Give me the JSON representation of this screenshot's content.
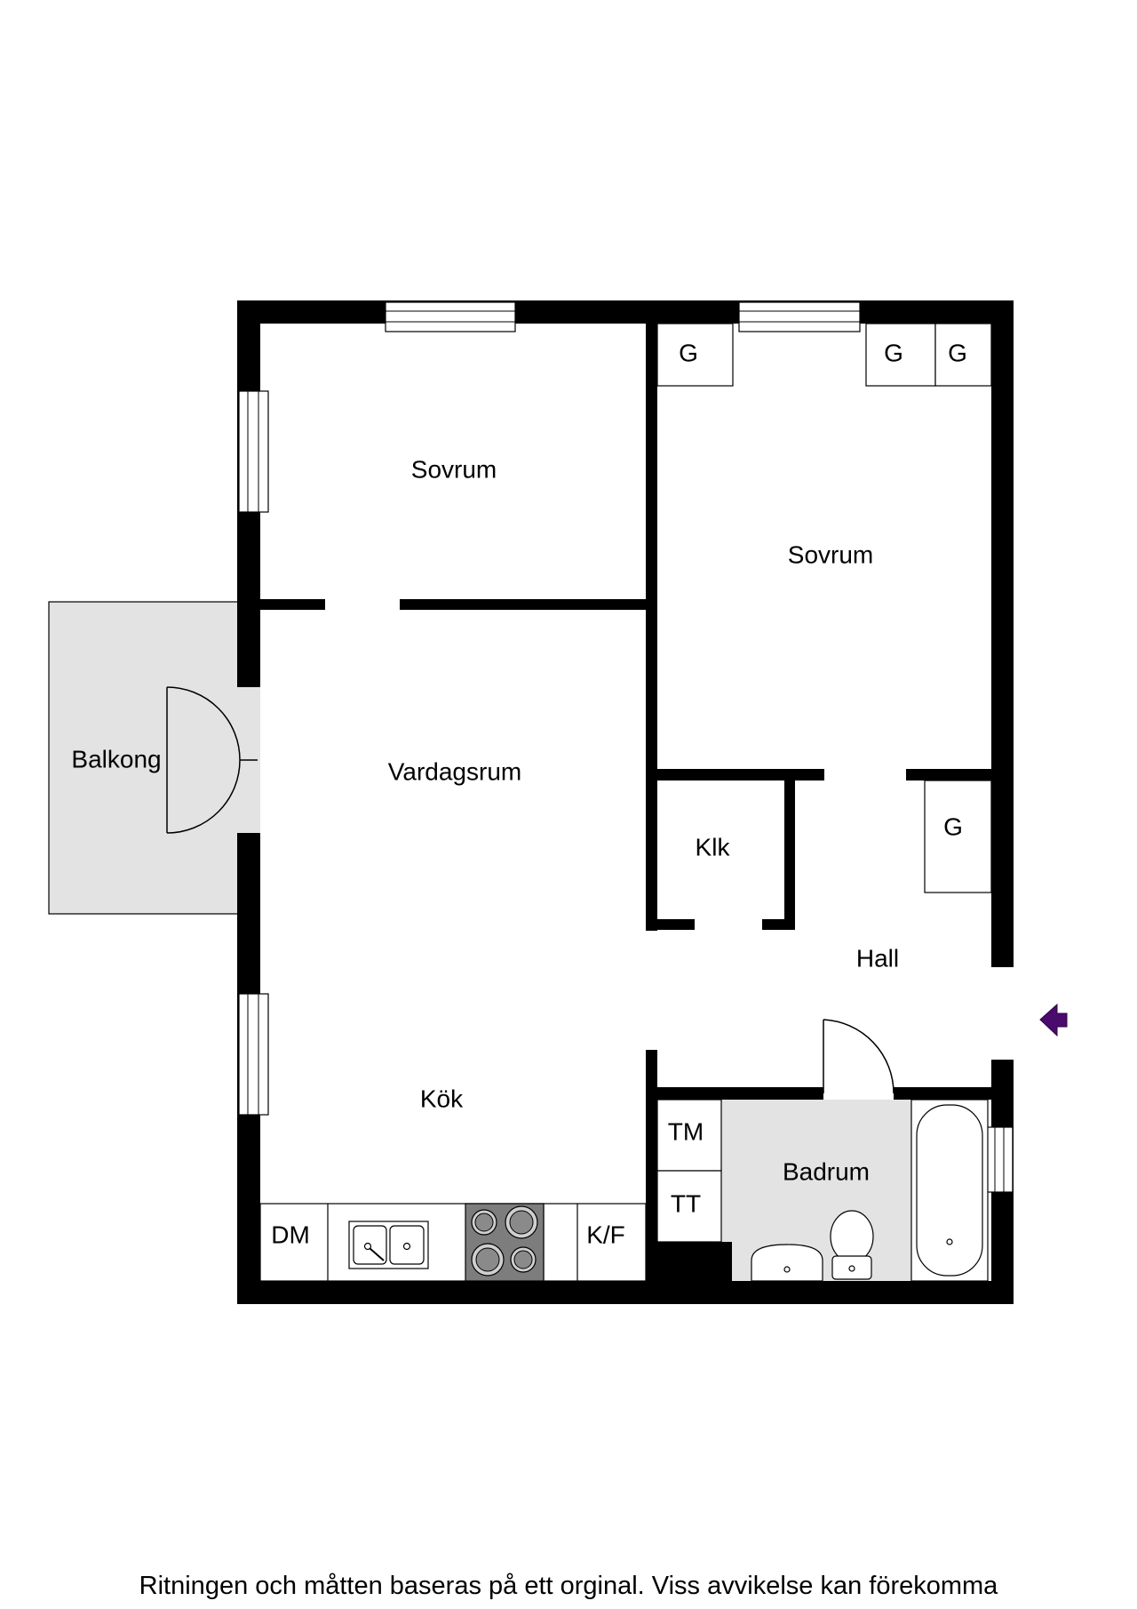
{
  "rooms": {
    "sovrum_left": "Sovrum",
    "sovrum_right": "Sovrum",
    "vardagsrum": "Vardagsrum",
    "kok": "Kök",
    "balkong": "Balkong",
    "klk": "Klk",
    "hall": "Hall",
    "badrum": "Badrum"
  },
  "fixtures": {
    "g1": "G",
    "g2": "G",
    "g3": "G",
    "g4": "G",
    "dm": "DM",
    "kf": "K/F",
    "tm": "TM",
    "tt": "TT"
  },
  "caption": "Ritningen och måtten baseras på ett orginal. Viss avvikelse kan förekomma",
  "colors": {
    "wall": "#000000",
    "balcony_fill": "#e3e3e3",
    "bathroom_fill": "#e3e3e3",
    "stove_fill": "#7d7d7d",
    "entrance_arrow": "#4b0a6e"
  },
  "icons": {
    "entrance": "entrance-arrow-icon"
  }
}
